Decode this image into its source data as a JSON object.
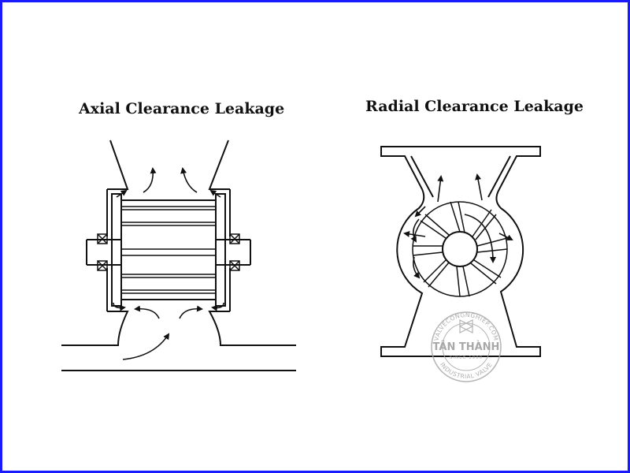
{
  "diagrams": {
    "axial": {
      "title": "Axial Clearance Leakage"
    },
    "radial": {
      "title": "Radial Clearance Leakage"
    }
  },
  "watermark": {
    "brand": "TÂN THÀNH",
    "arc_top": "VALVECONGNGHIEP.COM",
    "arc_bottom": "INDUSTRIAL VALVE",
    "tagline": "SINCE 1990"
  },
  "colors": {
    "frame": "#1a1aff",
    "line": "#111111",
    "watermark": "#a8a8a8"
  }
}
